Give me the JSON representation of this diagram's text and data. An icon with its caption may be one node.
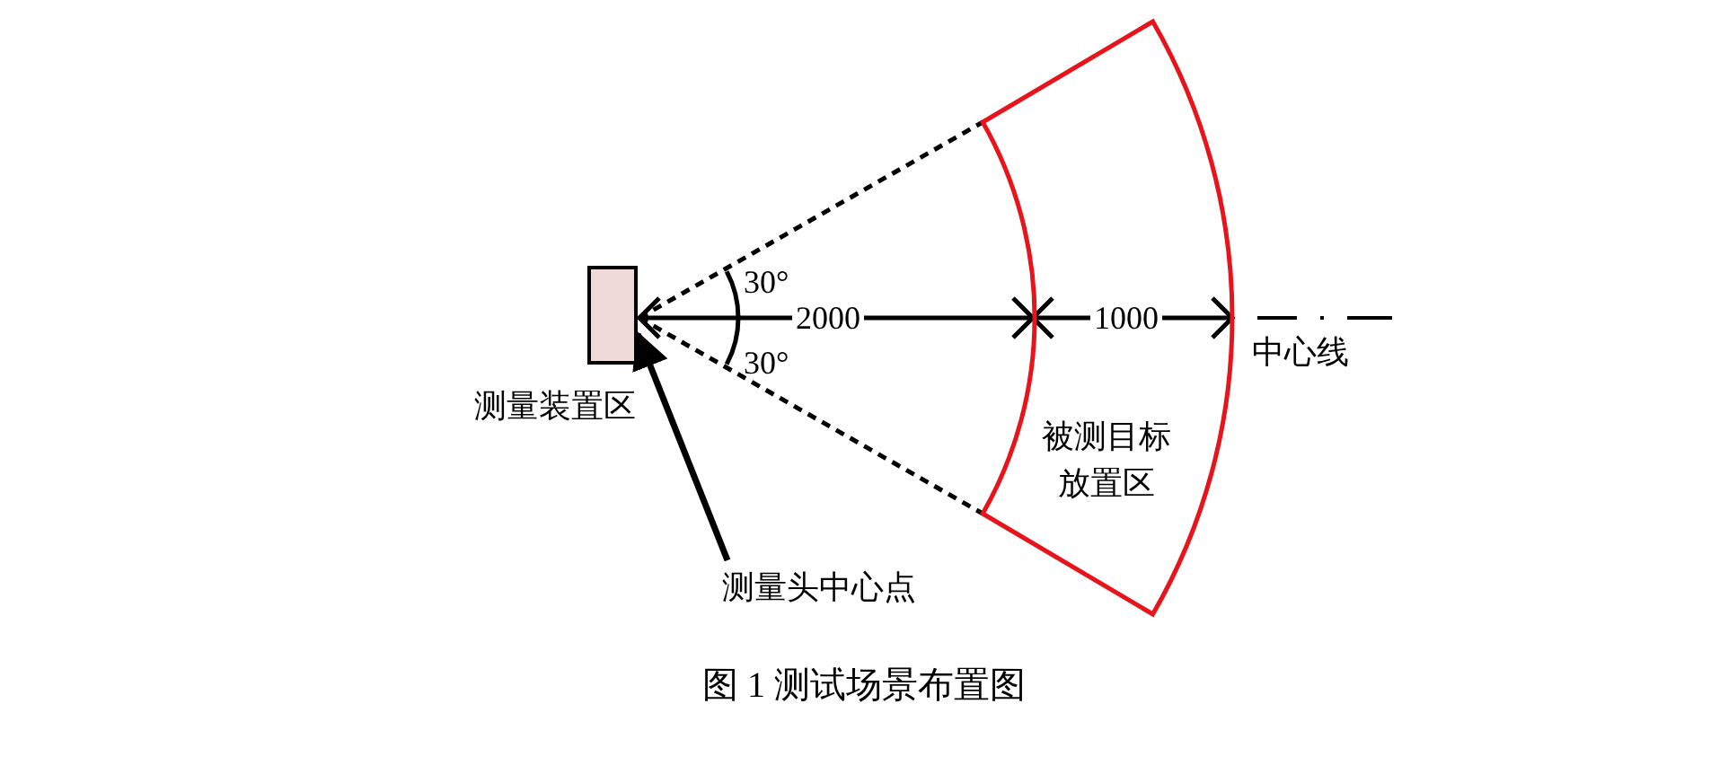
{
  "diagram": {
    "caption": "图 1 测试场景布置图",
    "nodes": [
      {
        "text": [],
        "shape": "box",
        "beside": [
          "测量装置区"
        ]
      },
      {
        "text": [
          "被测目标放置区"
        ]
      },
      {
        "text": [
          "测量头中心点"
        ]
      }
    ],
    "edges": [
      {
        "from": 2,
        "to": 0,
        "arrow": "to"
      }
    ],
    "labels": [
      "30°",
      "2000",
      "1000",
      "30°",
      "中心线"
    ]
  }
}
